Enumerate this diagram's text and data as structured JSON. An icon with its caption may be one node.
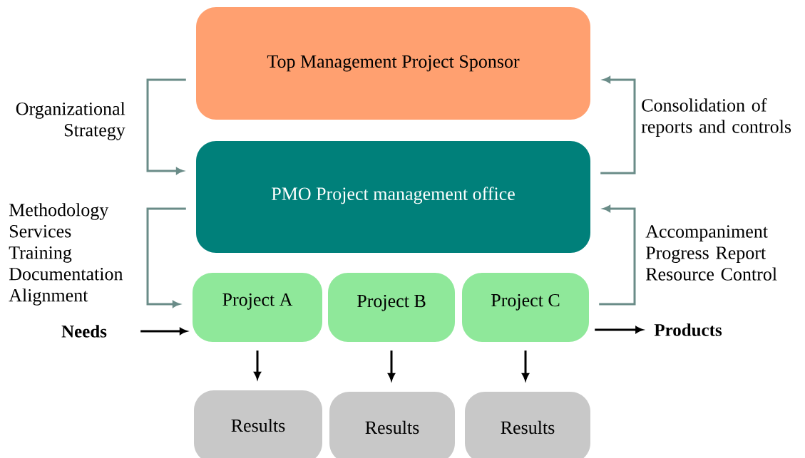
{
  "diagram": {
    "nodes": [
      {
        "text": [
          "Top Management Project Sponsor"
        ]
      },
      {
        "text": [
          "PMO Project management office"
        ]
      },
      {
        "text": [
          "Project A"
        ]
      },
      {
        "text": [
          "Project B"
        ]
      },
      {
        "text": [
          "Project C"
        ]
      },
      {
        "text": [
          "Needs"
        ]
      },
      {
        "text": [
          "Products"
        ]
      },
      {
        "text": [
          "Results"
        ]
      },
      {
        "text": [
          "Results"
        ]
      },
      {
        "text": [
          "Results"
        ]
      }
    ],
    "edges": [
      {
        "from": 0,
        "to": 1,
        "arrow": "to",
        "label": "Organizational Strategy",
        "color": "#6a8c88"
      },
      {
        "from": 1,
        "to": 0,
        "arrow": "to",
        "label": "Consolidation of reports and controls",
        "color": "#6a8c88"
      },
      {
        "from": 1,
        "to": 2,
        "arrow": "to",
        "label": "Methodology Services Training Documentation Alignment",
        "color": "#6a8c88"
      },
      {
        "from": 4,
        "to": 1,
        "arrow": "to",
        "label": "Accompaniment Progress Report Resource Control",
        "color": "#6a8c88"
      },
      {
        "from": 5,
        "to": 2,
        "arrow": "to"
      },
      {
        "from": 4,
        "to": 6,
        "arrow": "to"
      },
      {
        "from": 2,
        "to": 7,
        "arrow": "to"
      },
      {
        "from": 3,
        "to": 8,
        "arrow": "to"
      },
      {
        "from": 4,
        "to": 9,
        "arrow": "to"
      }
    ]
  }
}
